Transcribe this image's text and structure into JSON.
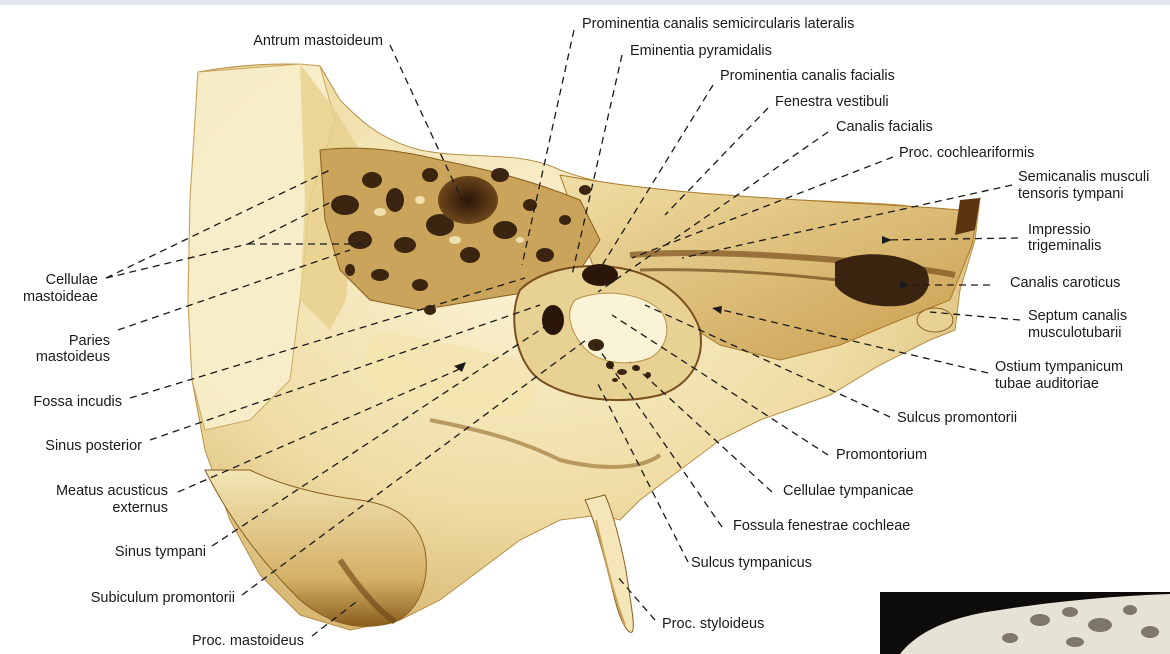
{
  "labels": {
    "antrum": "Antrum mastoideum",
    "prominentia_semicircularis": "Prominentia canalis semicircularis lateralis",
    "eminentia_pyramidalis": "Eminentia pyramidalis",
    "prominentia_facialis": "Prominentia canalis facialis",
    "fenestra_vestibuli": "Fenestra vestibuli",
    "canalis_facialis": "Canalis facialis",
    "proc_cochleariformis": "Proc. cochleariformis",
    "semicanalis_1": "Semicanalis musculi",
    "semicanalis_2": "tensoris tympani",
    "impressio_1": "Impressio",
    "impressio_2": "trigeminalis",
    "canalis_caroticus": "Canalis caroticus",
    "septum_1": "Septum canalis",
    "septum_2": "musculotubarii",
    "ostium_1": "Ostium tympanicum",
    "ostium_2": "tubae auditoriae",
    "sulcus_promontorii": "Sulcus promontorii",
    "promontorium": "Promontorium",
    "cellulae_tympanicae": "Cellulae tympanicae",
    "fossula": "Fossula fenestrae cochleae",
    "sulcus_tympanicus": "Sulcus tympanicus",
    "proc_styloideus": "Proc. styloideus",
    "cellulae_mastoideae_1": "Cellulae",
    "cellulae_mastoideae_2": "mastoideae",
    "paries_1": "Paries",
    "paries_2": "mastoideus",
    "fossa_incudis": "Fossa incudis",
    "sinus_posterior": "Sinus posterior",
    "meatus_1": "Meatus acusticus",
    "meatus_2": "externus",
    "sinus_tympani": "Sinus tympani",
    "subiculum": "Subiculum promontorii",
    "proc_mastoideus": "Proc. mastoideus"
  },
  "colors": {
    "bone_light": "#f6ebc2",
    "bone_mid": "#dcc07a",
    "bone_dark": "#a97a2c",
    "cavity": "#3b2410",
    "leader": "#1a1a1a"
  }
}
